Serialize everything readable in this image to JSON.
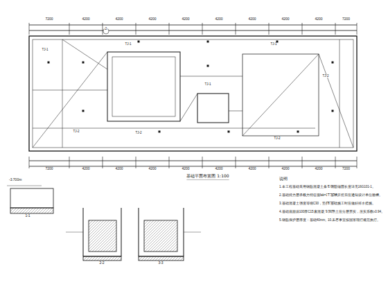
{
  "diagram": {
    "title": "基础平面布置图 1:100",
    "labels": [
      "7200",
      "4200",
      "4200",
      "4200",
      "4200",
      "4200",
      "4200",
      "4200",
      "4200",
      "7200",
      "7200",
      "4200",
      "4200",
      "4200",
      "4200",
      "4200",
      "4200",
      "4200",
      "4200",
      "7200",
      "2",
      "TJ-1",
      "TJ-1",
      "TJ-1",
      "TJ-1",
      "TJ-2",
      "TJ-2",
      "TJ-2",
      "TJ-2",
      "-3.700m",
      "1-1",
      "2-2",
      "3-3",
      "说明",
      "1.本工程基础采用钢筋混凝土条形基础。",
      "2.基础持力层承载力特征值fak=150kPa。",
      "3.基础混凝土强度等级C30，垫层C15。",
      "4.基础底面设100厚C15素混凝土垫层。",
      "5.钢筋保护层厚度：基础40mm。",
      "6.钢筋锚固长度详见16G101-1。",
      "7.基槽开挖后应通知设计单位验槽。",
      "8.基础施工时应做好排水措施。",
      "9.回填土应分层夯实，压实系数≥0.94。",
      "10.未尽事宜按国家现行规范执行。"
    ]
  }
}
